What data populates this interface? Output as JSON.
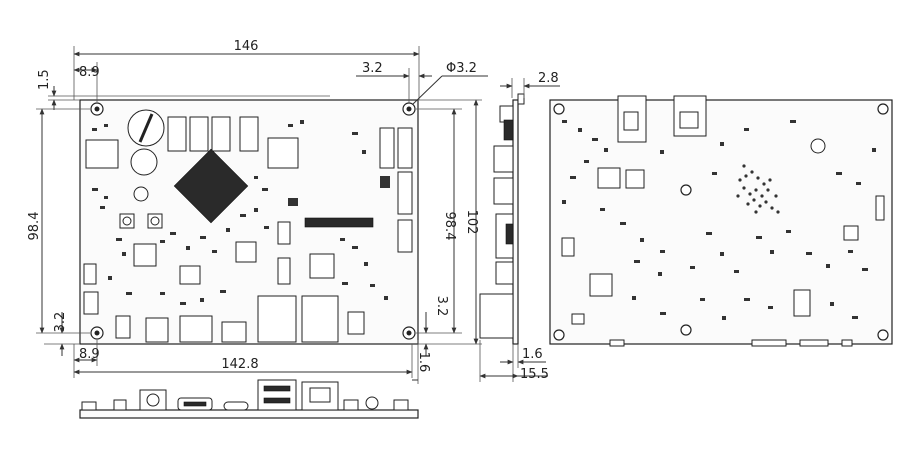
{
  "dimensions": {
    "top_width": "146",
    "left_margin_top": "8.9",
    "top_offset": "1.5",
    "hole_inset_top": "3.2",
    "hole_diameter": "Φ3.2",
    "left_height": "98.4",
    "right_height_inner": "98.4",
    "right_height_total": "102",
    "bottom_left_offset": "3.2",
    "bottom_right_offset": "3.2",
    "left_margin_bottom": "8.9",
    "bottom_width": "142.8",
    "bottom_right_small": "1.6",
    "side_top_thickness": "2.8",
    "side_board_thickness": "1.6",
    "side_total_depth": "15.5"
  },
  "colors": {
    "line": "#333333",
    "board": "#fbfbfb",
    "component_dark": "#2a2a2a"
  }
}
